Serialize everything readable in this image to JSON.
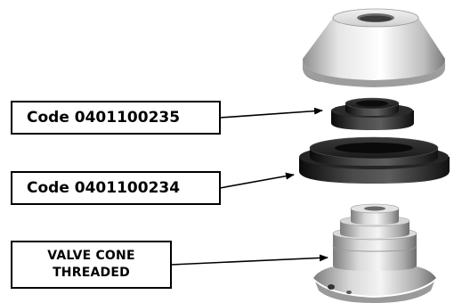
{
  "labels": {
    "part_a": "Code 0401100235",
    "part_b": "Code 0401100234",
    "part_c_line1": "VALVE CONE",
    "part_c_line2": "THREADED"
  }
}
